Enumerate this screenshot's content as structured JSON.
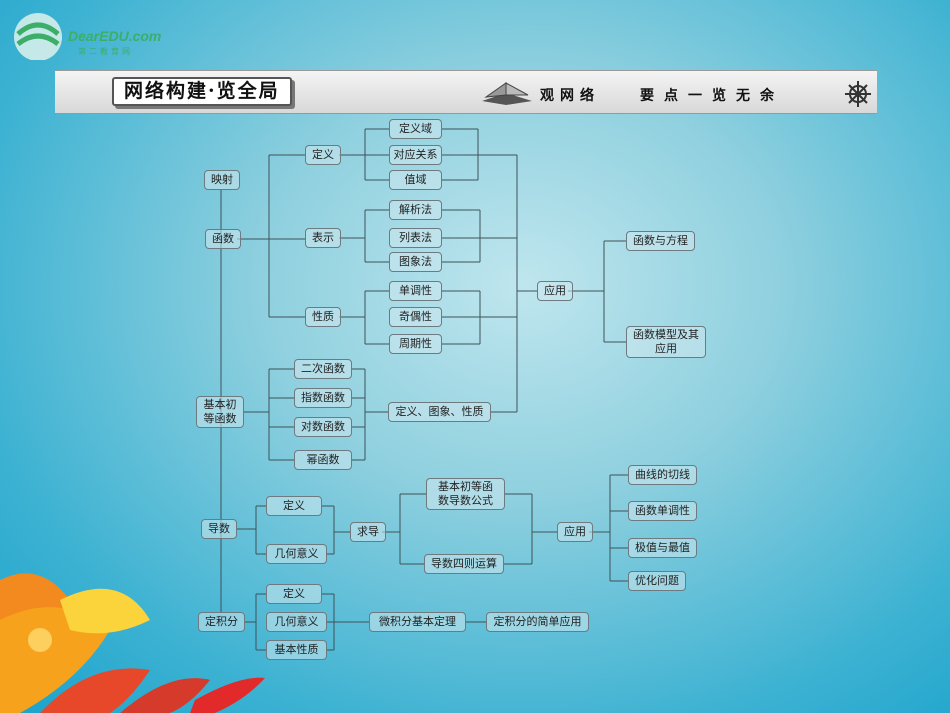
{
  "logo": {
    "text": "DearEDU.com",
    "sub": "第二教育网"
  },
  "banner": {
    "title": "网络构建·览全局",
    "right_a": "观网络",
    "right_b": "要点一览无余"
  },
  "nodes": {
    "yingshe": "映射",
    "hanshu": "函数",
    "jiben": "基本初等函数",
    "dingyi": "定义",
    "biaoshi": "表示",
    "xingzhi": "性质",
    "dingyiyu": "定义域",
    "duiying": "对应关系",
    "zhiyu": "值域",
    "jiexi": "解析法",
    "liebiao": "列表法",
    "tuxiang": "图象法",
    "dandiao": "单调性",
    "qiou": "奇偶性",
    "zhouqi": "周期性",
    "erci": "二次函数",
    "zhishu": "指数函数",
    "duishu": "对数函数",
    "mi": "幂函数",
    "dyxz": "定义、图象、性质",
    "yingyong": "应用",
    "hsfc": "函数与方程",
    "hsmx": "函数模型及其应用",
    "daoshu": "导数",
    "dy2": "定义",
    "jhyy": "几何意义",
    "qiudao": "求导",
    "jbgs": "基本初等函数导数公式",
    "szys": "导数四则运算",
    "yy2": "应用",
    "qxqx": "曲线的切线",
    "hsdd": "函数单调性",
    "jzzz": "极值与最值",
    "yhwt": "优化问题",
    "djf": "定积分",
    "dy3": "定义",
    "jhyy2": "几何意义",
    "jbxz": "基本性质",
    "wjf": "微积分基本定理",
    "djfyy": "定积分的简单应用"
  }
}
